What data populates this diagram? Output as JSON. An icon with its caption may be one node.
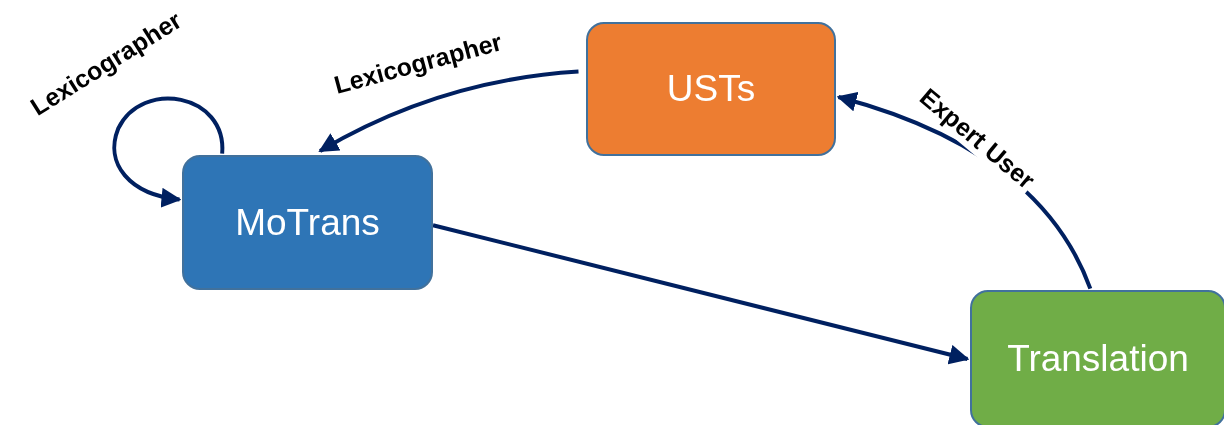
{
  "diagram": {
    "nodes": [
      {
        "text": [
          "USTs"
        ]
      },
      {
        "text": [
          "MoTrans"
        ]
      },
      {
        "text": [
          "Translation"
        ]
      }
    ],
    "edges": [
      {
        "from": 1,
        "to": 1,
        "arrow": "to",
        "label": "Lexicographer"
      },
      {
        "from": 0,
        "to": 1,
        "arrow": "to",
        "label": "Lexicographer"
      },
      {
        "from": 1,
        "to": 2,
        "arrow": "to"
      },
      {
        "from": 2,
        "to": 0,
        "arrow": "to",
        "label": "Expert User"
      }
    ]
  }
}
